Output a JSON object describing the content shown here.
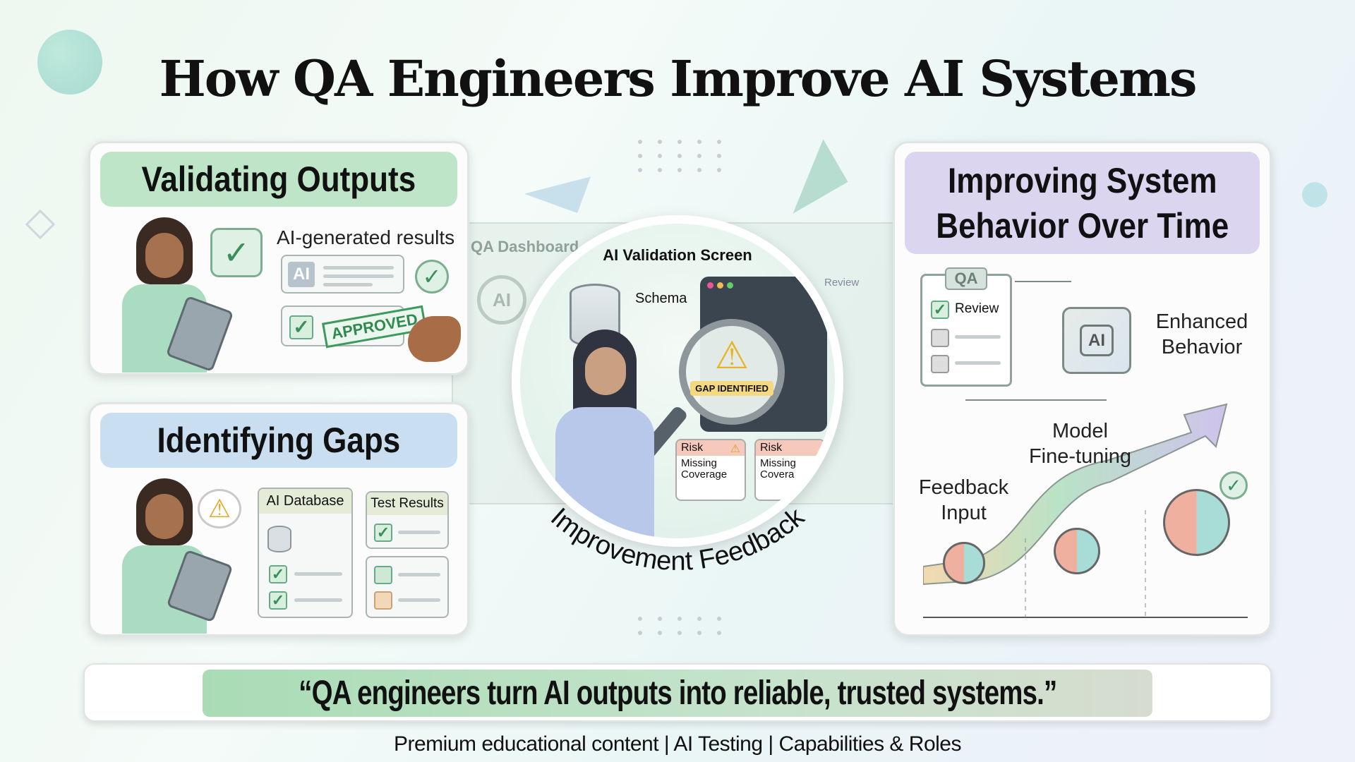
{
  "title": "How QA Engineers Improve AI Systems",
  "validating": {
    "heading": "Validating Outputs",
    "results_label": "AI-generated results",
    "ai_tag": "AI",
    "stamp": "APPROVED"
  },
  "gaps": {
    "heading": "Identifying Gaps",
    "database_label": "AI Database",
    "test_results_label": "Test Results"
  },
  "center": {
    "dashboard_label": "QA Dashboard",
    "dashboard_ai": "AI",
    "review_label": "Review",
    "screen_title": "AI Validation Screen",
    "schema_label": "Schema",
    "gap_badge": "GAP IDENTIFIED",
    "risk_cards": [
      {
        "title": "Risk",
        "text": "Missing Coverage"
      },
      {
        "title": "Risk",
        "text": "Missing Covera"
      }
    ],
    "arc_text": "Improvement Feedback"
  },
  "improving": {
    "heading_line1": "Improving System",
    "heading_line2": "Behavior Over Time",
    "qa_tag": "QA",
    "review_label": "Review",
    "ai_chip": "AI",
    "enhanced_line1": "Enhanced",
    "enhanced_line2": "Behavior",
    "model_line1": "Model",
    "model_line2": "Fine-tuning",
    "feedback_line1": "Feedback",
    "feedback_line2": "Input"
  },
  "quote": "“QA engineers turn AI outputs into reliable, trusted systems.”",
  "footer": "Premium educational content | AI Testing | Capabilities & Roles",
  "colors": {
    "green_band": "#bfe5c9",
    "blue_band": "#c9def0",
    "purple_band": "#dcd5ef",
    "warning": "#f2c744"
  }
}
